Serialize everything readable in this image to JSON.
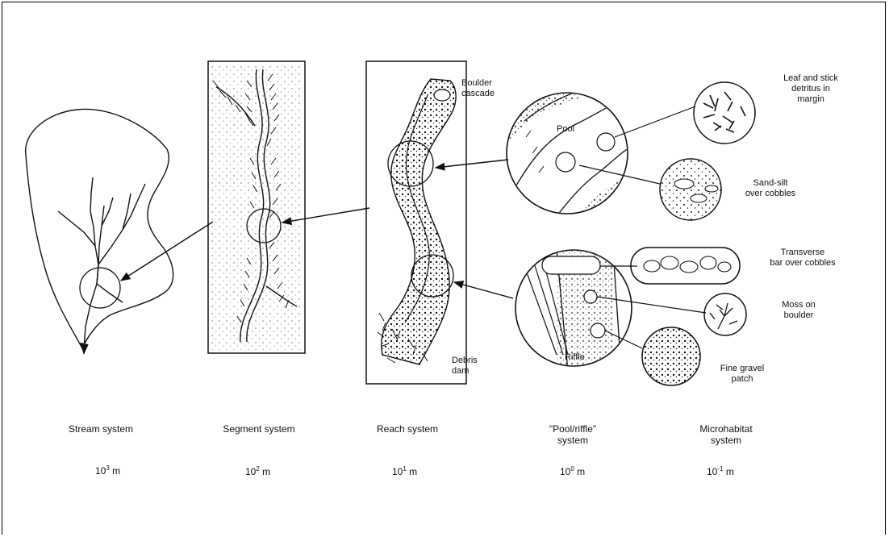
{
  "labels": {
    "boulder_cascade": "Boulder\ncascade",
    "pool": "Pool",
    "debris_dam": "Debris\ndam",
    "riffle": "Riffle",
    "leaf_stick": "Leaf and stick\ndetritus in\nmargin",
    "sand_silt": "Sand-silt\nover cobbles",
    "transverse_bar": "Transverse\nbar over cobbles",
    "moss": "Moss on\nboulder",
    "fine_gravel": "Fine gravel\npatch"
  },
  "systems": [
    {
      "name": "Stream system",
      "scale_base": "10",
      "scale_exp": "3",
      "scale_unit": " m"
    },
    {
      "name": "Segment system",
      "scale_base": "10",
      "scale_exp": "2",
      "scale_unit": " m"
    },
    {
      "name": "Reach system",
      "scale_base": "10",
      "scale_exp": "1",
      "scale_unit": " m"
    },
    {
      "name": "\"Pool/riffle\"\nsystem",
      "scale_base": "10",
      "scale_exp": "0",
      "scale_unit": " m"
    },
    {
      "name": "Microhabitat\nsystem",
      "scale_base": "10",
      "scale_exp": "-1",
      "scale_unit": " m"
    }
  ]
}
